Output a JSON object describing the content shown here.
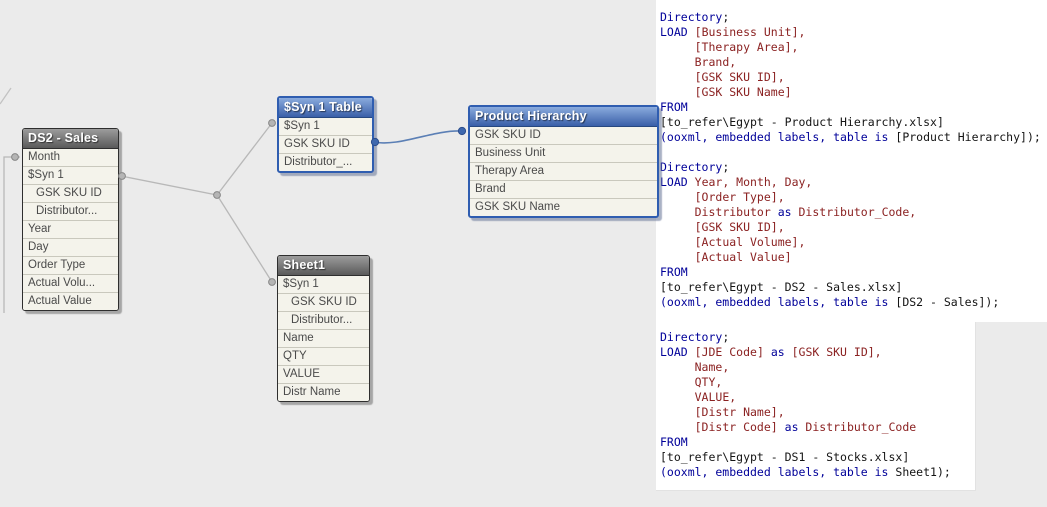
{
  "colors": {
    "kw_blue": "#000099",
    "field_maroon": "#8B2222",
    "code_black": "#141414",
    "title_blue_top": "#8AABDD",
    "title_blue_bottom": "#3A5FA8",
    "title_gray_top": "#9c9c9c",
    "title_gray_bottom": "#5a5a5a",
    "connector_gray": "#b8b8b8",
    "connector_blue": "#5b7fb5"
  },
  "canvas": {
    "tables": [
      {
        "id": "ds2-sales",
        "title": "DS2 - Sales",
        "variant": "gray",
        "fields": [
          {
            "label": "Month"
          },
          {
            "label": "$Syn 1"
          },
          {
            "label": "GSK SKU ID",
            "indent": true
          },
          {
            "label": "Distributor...",
            "indent": true
          },
          {
            "label": "Year"
          },
          {
            "label": "Day"
          },
          {
            "label": "Order Type"
          },
          {
            "label": "Actual Volu..."
          },
          {
            "label": "Actual Value"
          }
        ]
      },
      {
        "id": "syn1-table",
        "title": "$Syn 1 Table",
        "variant": "blue",
        "fields": [
          {
            "label": "$Syn 1"
          },
          {
            "label": "GSK SKU ID"
          },
          {
            "label": "Distributor_..."
          }
        ]
      },
      {
        "id": "product-hierarchy",
        "title": "Product Hierarchy",
        "variant": "blue",
        "fields": [
          {
            "label": "GSK SKU ID"
          },
          {
            "label": "Business Unit"
          },
          {
            "label": "Therapy Area"
          },
          {
            "label": "Brand"
          },
          {
            "label": "GSK SKU Name"
          }
        ]
      },
      {
        "id": "sheet1",
        "title": "Sheet1",
        "variant": "gray",
        "fields": [
          {
            "label": "$Syn 1"
          },
          {
            "label": "GSK SKU ID",
            "indent": true
          },
          {
            "label": "Distributor...",
            "indent": true
          },
          {
            "label": "Name"
          },
          {
            "label": "QTY"
          },
          {
            "label": "VALUE"
          },
          {
            "label": "Distr Name"
          }
        ]
      }
    ]
  },
  "script": {
    "sections": [
      {
        "lines": [
          [
            [
              "k",
              "Directory"
            ],
            [
              "p",
              ";"
            ]
          ],
          [
            [
              "k",
              "LOAD"
            ],
            [
              "p",
              " "
            ],
            [
              "f",
              "[Business Unit],"
            ]
          ],
          [
            [
              "p",
              "     "
            ],
            [
              "f",
              "[Therapy Area],"
            ]
          ],
          [
            [
              "p",
              "     "
            ],
            [
              "f",
              "Brand,"
            ]
          ],
          [
            [
              "p",
              "     "
            ],
            [
              "f",
              "[GSK SKU ID],"
            ]
          ],
          [
            [
              "p",
              "     "
            ],
            [
              "f",
              "[GSK SKU Name]"
            ]
          ],
          [
            [
              "k",
              "FROM"
            ]
          ],
          [
            [
              "p",
              "[to_refer\\Egypt - Product Hierarchy.xlsx]"
            ]
          ],
          [
            [
              "k",
              "(ooxml, embedded labels, table is"
            ],
            [
              "p",
              " [Product Hierarchy]);"
            ]
          ]
        ]
      },
      {
        "lines": [
          [
            [
              "k",
              "Directory"
            ],
            [
              "p",
              ";"
            ]
          ],
          [
            [
              "k",
              "LOAD"
            ],
            [
              "p",
              " "
            ],
            [
              "f",
              "Year, Month, Day,"
            ]
          ],
          [
            [
              "p",
              "     "
            ],
            [
              "f",
              "[Order Type],"
            ]
          ],
          [
            [
              "p",
              "     "
            ],
            [
              "f",
              "Distributor"
            ],
            [
              "k",
              " as "
            ],
            [
              "f",
              "Distributor_Code,"
            ]
          ],
          [
            [
              "p",
              "     "
            ],
            [
              "f",
              "[GSK SKU ID],"
            ]
          ],
          [
            [
              "p",
              "     "
            ],
            [
              "f",
              "[Actual Volume],"
            ]
          ],
          [
            [
              "p",
              "     "
            ],
            [
              "f",
              "[Actual Value]"
            ]
          ],
          [
            [
              "k",
              "FROM"
            ]
          ],
          [
            [
              "p",
              "[to_refer\\Egypt - DS2 - Sales.xlsx]"
            ]
          ],
          [
            [
              "k",
              "(ooxml, embedded labels, table is"
            ],
            [
              "p",
              " [DS2 - Sales]);"
            ]
          ]
        ]
      },
      {
        "lines": [
          [
            [
              "k",
              "Directory"
            ],
            [
              "p",
              ";"
            ]
          ],
          [
            [
              "k",
              "LOAD"
            ],
            [
              "p",
              " "
            ],
            [
              "f",
              "[JDE Code]"
            ],
            [
              "k",
              " as "
            ],
            [
              "f",
              "[GSK SKU ID],"
            ]
          ],
          [
            [
              "p",
              "     "
            ],
            [
              "f",
              "Name,"
            ]
          ],
          [
            [
              "p",
              "     "
            ],
            [
              "f",
              "QTY,"
            ]
          ],
          [
            [
              "p",
              "     "
            ],
            [
              "f",
              "VALUE,"
            ]
          ],
          [
            [
              "p",
              "     "
            ],
            [
              "f",
              "[Distr Name],"
            ]
          ],
          [
            [
              "p",
              "     "
            ],
            [
              "f",
              "[Distr Code]"
            ],
            [
              "k",
              " as "
            ],
            [
              "f",
              "Distributor_Code"
            ]
          ],
          [
            [
              "k",
              "FROM"
            ]
          ],
          [
            [
              "p",
              "[to_refer\\Egypt - DS1 - Stocks.xlsx]"
            ]
          ],
          [
            [
              "k",
              "(ooxml, embedded labels, table is"
            ],
            [
              "p",
              " Sheet1);"
            ]
          ]
        ]
      }
    ]
  }
}
